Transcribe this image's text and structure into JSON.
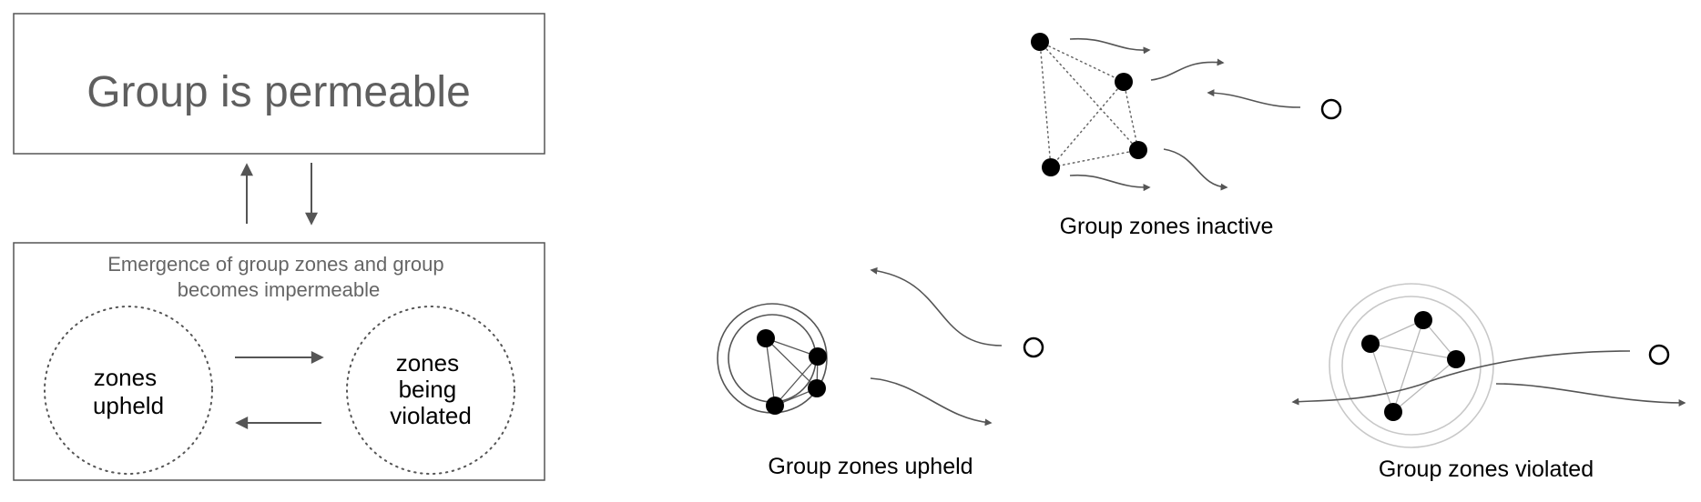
{
  "left_panel": {
    "top_box": {
      "title": "Group is permeable"
    },
    "bottom_box": {
      "subtitle_lines": [
        "Emergence of group zones and group",
        "becomes impermeable"
      ],
      "left_circle_lines": [
        "zones",
        "upheld"
      ],
      "right_circle_lines": [
        "zones",
        "being",
        "violated"
      ]
    }
  },
  "scenes": {
    "inactive": {
      "caption": "Group zones inactive"
    },
    "upheld": {
      "caption": "Group zones upheld"
    },
    "violated": {
      "caption": "Group zones violated"
    }
  },
  "colors": {
    "stroke": "#555555",
    "node_fill": "#000000",
    "faded": "#c8c8c8",
    "faded_edge": "#b8b8b8"
  }
}
